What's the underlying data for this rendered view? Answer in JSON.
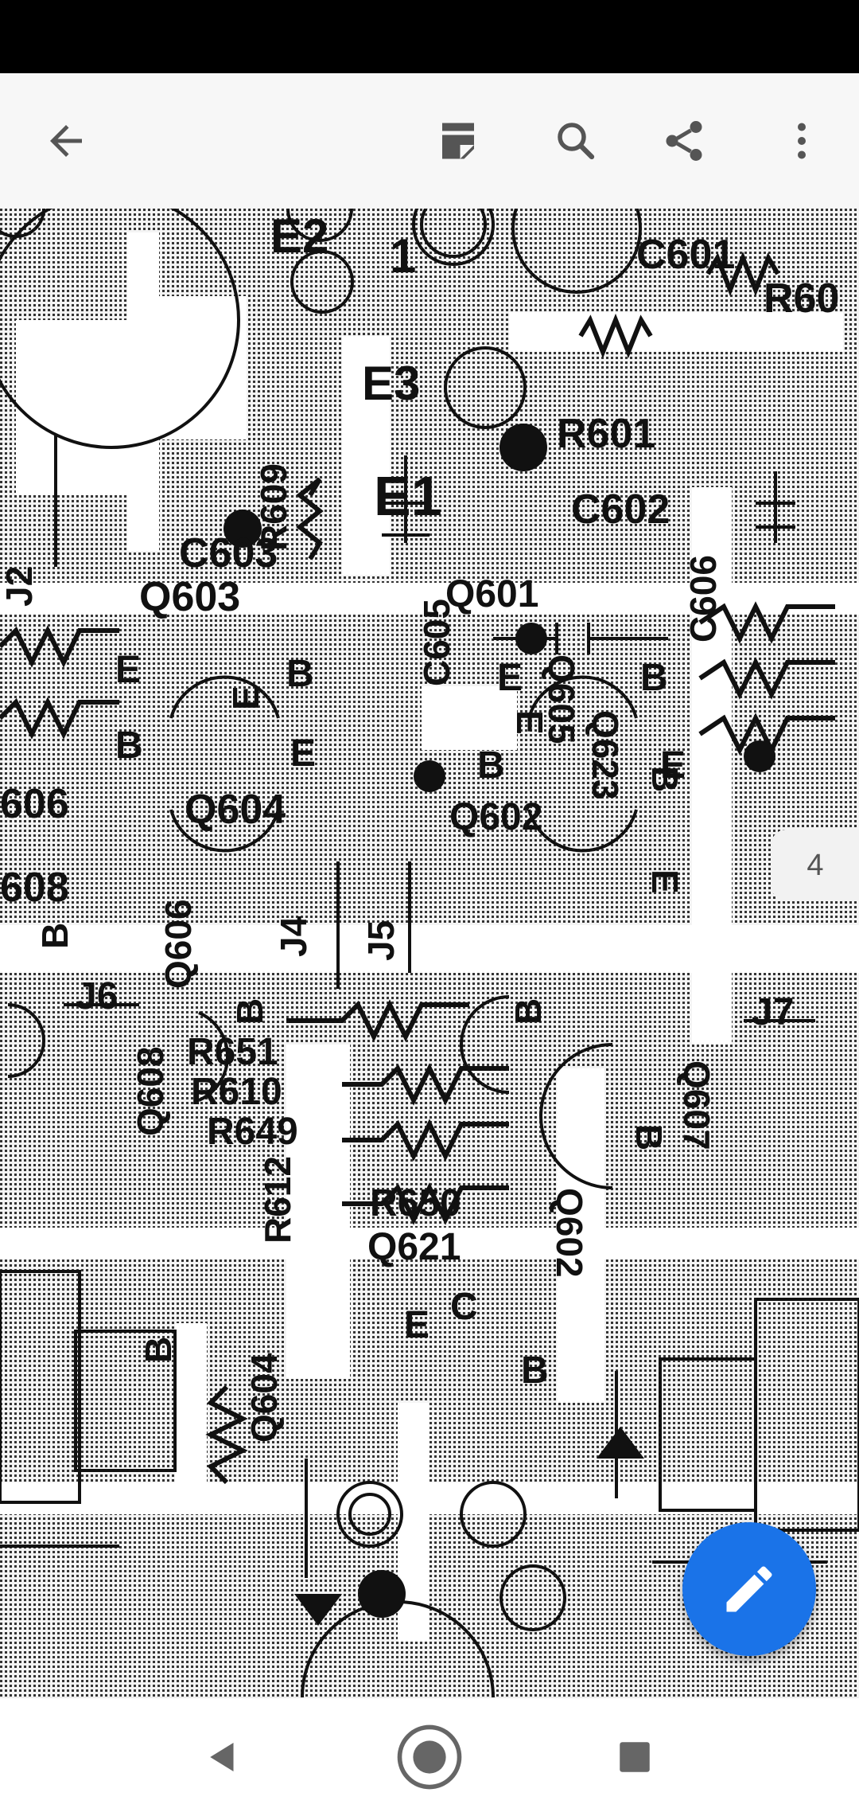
{
  "app": {
    "toolbar": {
      "back_icon": "arrow-left-icon",
      "items": [
        {
          "name": "page-layout-icon",
          "label": ""
        },
        {
          "name": "search-icon",
          "label": ""
        },
        {
          "name": "share-icon",
          "label": ""
        },
        {
          "name": "more-vert-icon",
          "label": ""
        }
      ]
    },
    "document": {
      "type": "circuit board schematic",
      "labels": [
        "E2",
        "1",
        "C601",
        "R60",
        "E3",
        "R601",
        "R609",
        "E1",
        "C603",
        "C602",
        "Q603",
        "J2",
        "E",
        "B",
        "Q601",
        "C605",
        "C606",
        "B",
        "E",
        "606",
        "Q604",
        "Q602",
        "608",
        "Q606",
        "E",
        "J4",
        "J5",
        "E",
        "Q605",
        "Q623",
        "J6",
        "B",
        "B",
        "J7",
        "R651",
        "Q608",
        "R610",
        "R649",
        "B",
        "Q607",
        "R612",
        "R650",
        "Q621",
        "Q602",
        "E",
        "C",
        "Q604",
        "B"
      ]
    },
    "page_indicator": "4",
    "fab_icon": "edit-pencil-icon",
    "nav": {
      "back": "nav-back-icon",
      "home": "nav-home-icon",
      "recents": "nav-recents-icon"
    },
    "colors": {
      "accent": "#1a73e8",
      "toolbar_bg": "#f7f7f7",
      "status_bar": "#000000"
    }
  }
}
